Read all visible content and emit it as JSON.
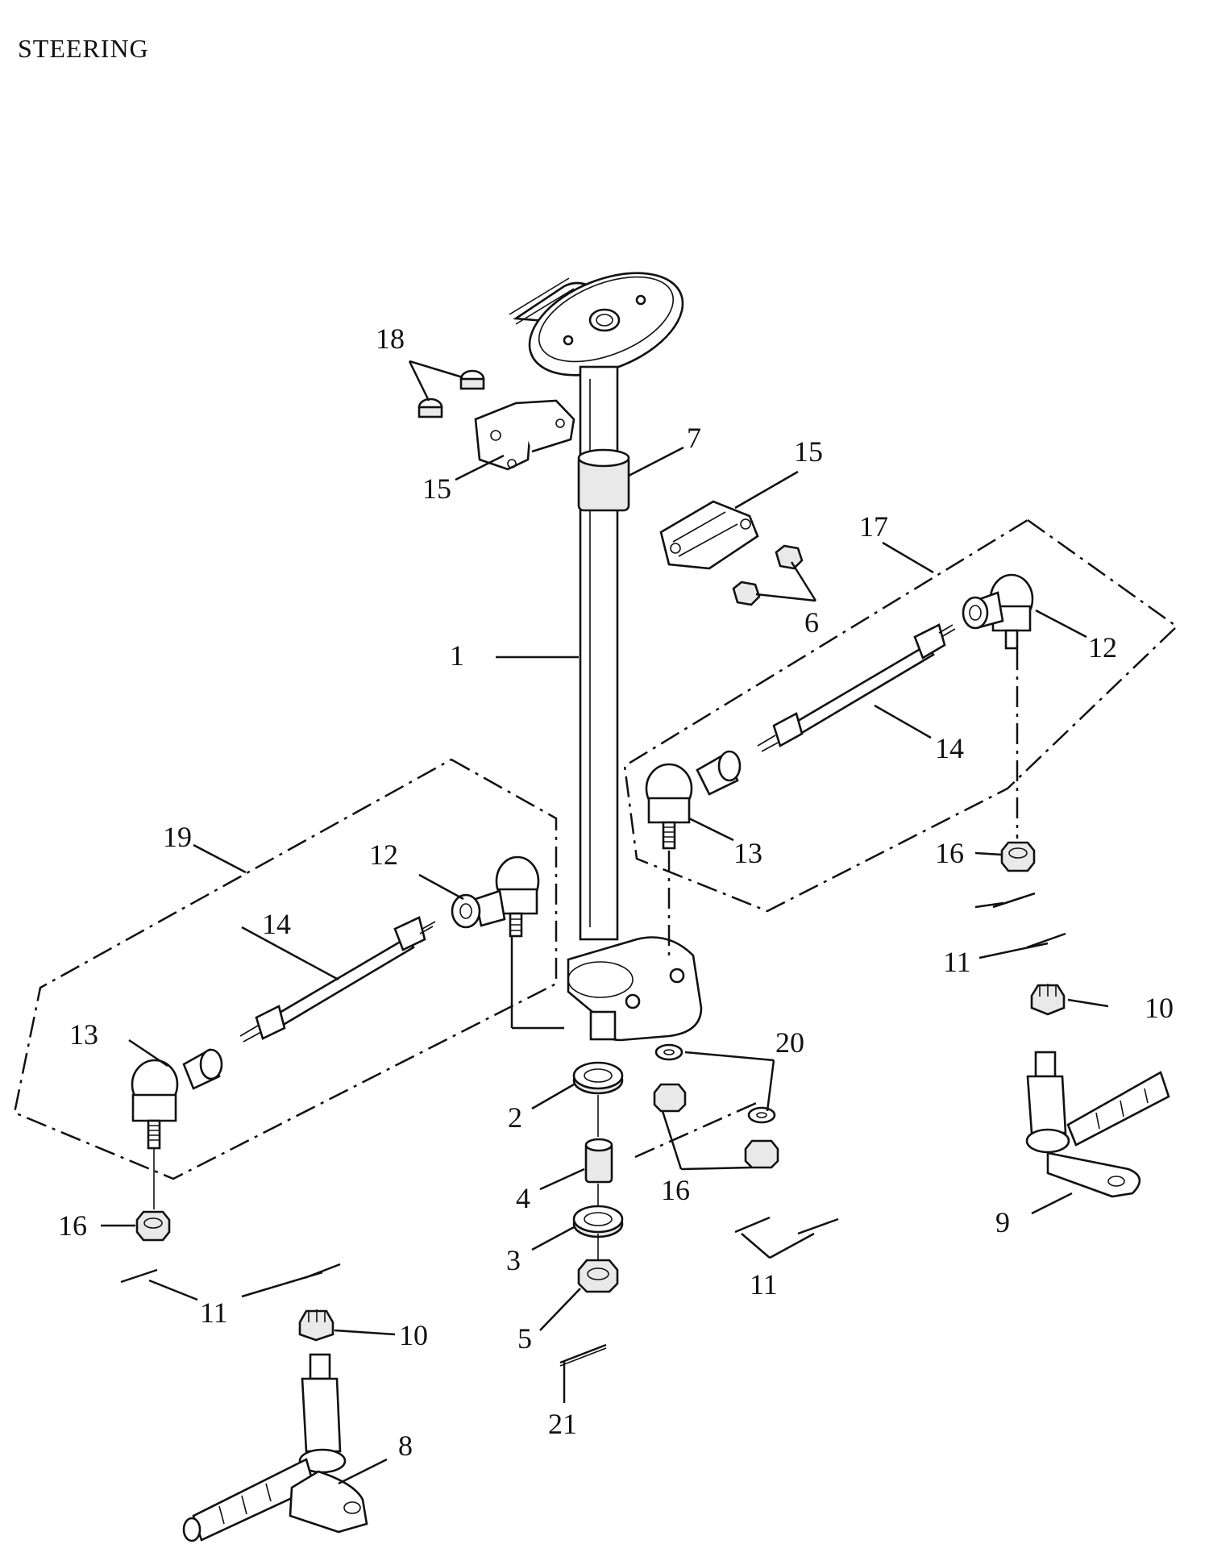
{
  "title": "STEERING",
  "labels": {
    "l1": "1",
    "l2": "2",
    "l3": "3",
    "l4": "4",
    "l5": "5",
    "l6": "6",
    "l7": "7",
    "l8": "8",
    "l9": "9",
    "l10a": "10",
    "l10b": "10",
    "l11a": "11",
    "l11b": "11",
    "l11c": "11",
    "l12a": "12",
    "l12b": "12",
    "l13a": "13",
    "l13b": "13",
    "l14a": "14",
    "l14b": "14",
    "l15a": "15",
    "l15b": "15",
    "l16a": "16",
    "l16b": "16",
    "l16c": "16",
    "l17": "17",
    "l18": "18",
    "l19": "19",
    "l20": "20",
    "l21": "21"
  }
}
